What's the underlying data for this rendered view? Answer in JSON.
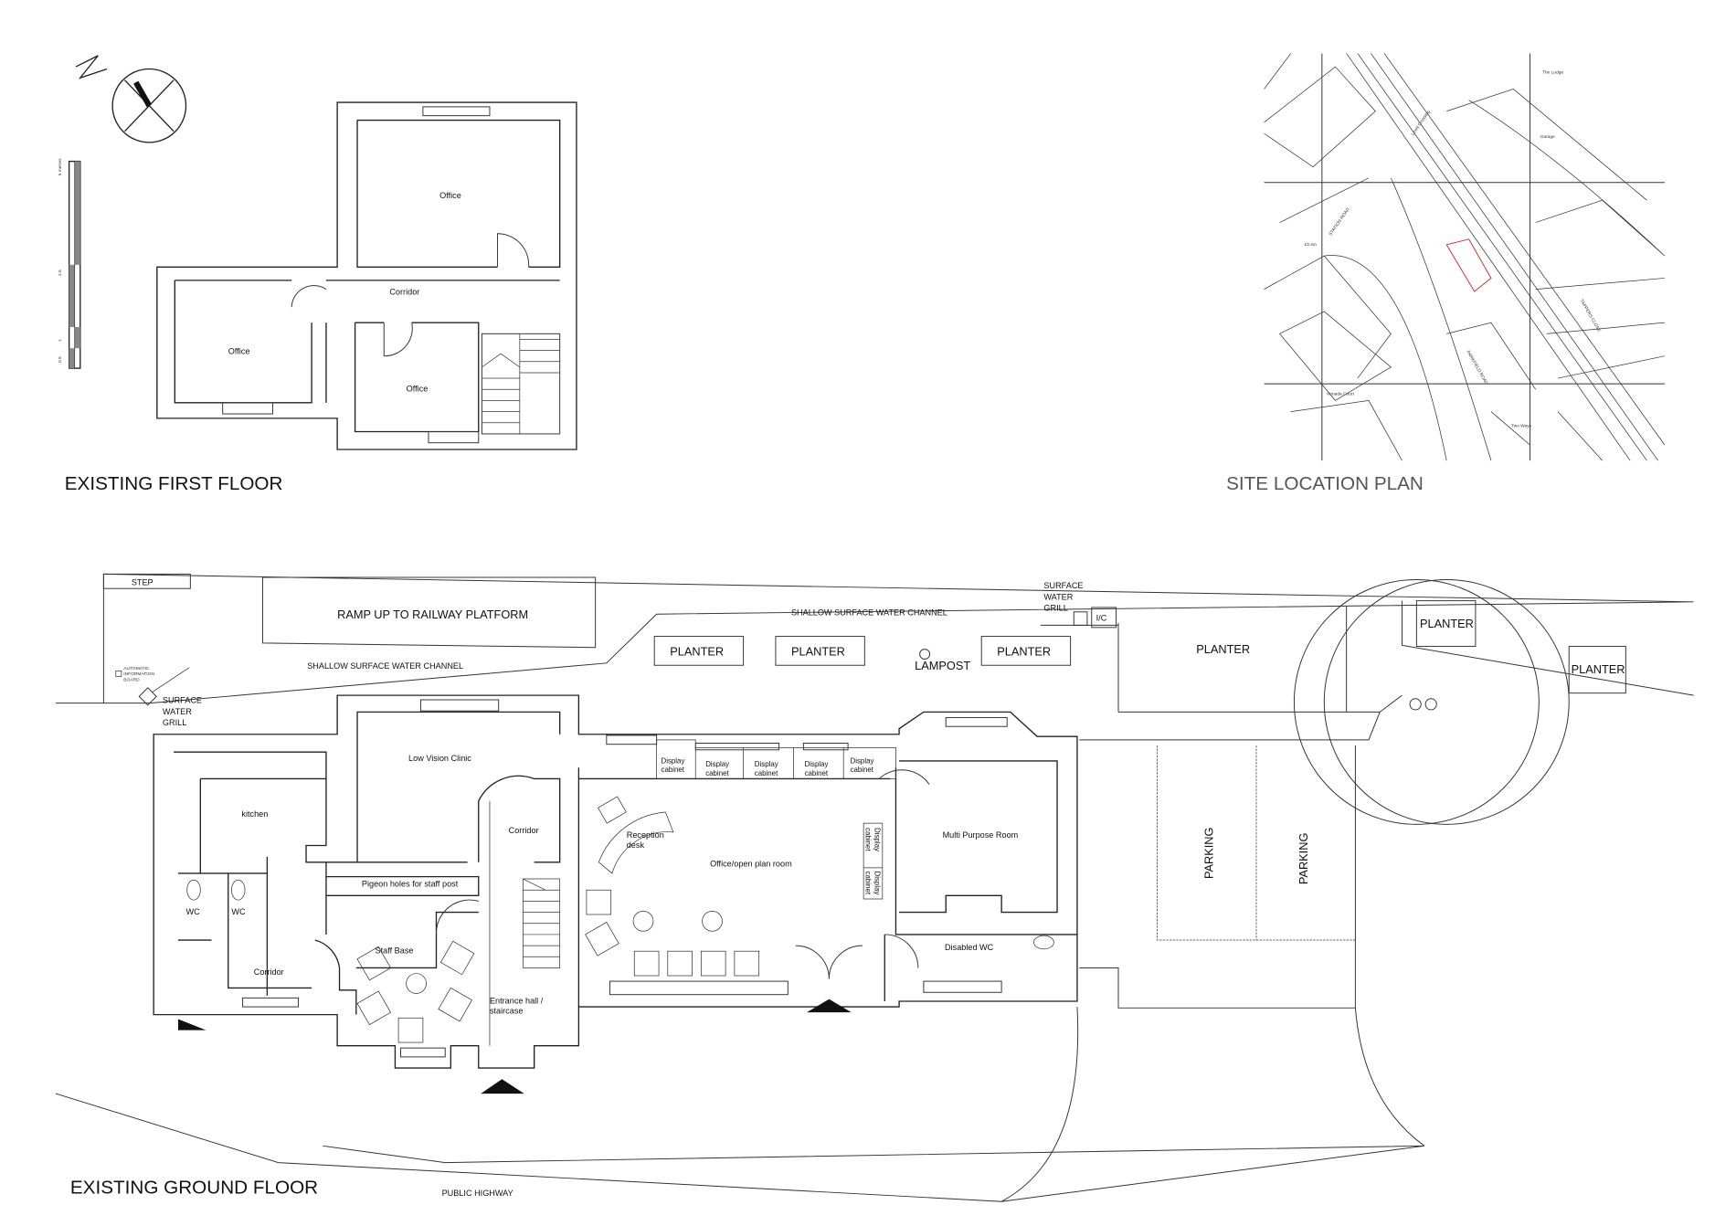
{
  "titles": {
    "first_floor": "EXISTING FIRST FLOOR",
    "site_plan": "SITE LOCATION PLAN",
    "ground_floor": "EXISTING GROUND FLOOR"
  },
  "scale_bar": {
    "labels": [
      "5 metres",
      "2.5",
      "1",
      "0.5"
    ]
  },
  "first_floor_rooms": [
    "Office",
    "Corridor",
    "Office",
    "Office"
  ],
  "site_map_labels": [
    "STATION ROAD",
    "PARKFIELD ROAD",
    "TAPPERS CLOSE",
    "Armada Court",
    "Garage",
    "The Lodge",
    "Two Ways",
    "10.4m",
    "Level Crossing"
  ],
  "external": {
    "step": "STEP",
    "ramp": "RAMP UP TO RAILWAY PLATFORM",
    "channel_top": "SHALLOW SURFACE WATER CHANNEL",
    "channel_bottom": "SHALLOW SURFACE WATER CHANNEL",
    "planters": [
      "PLANTER",
      "PLANTER",
      "PLANTER",
      "PLANTER",
      "PLANTER",
      "PLANTER"
    ],
    "lampost": "LAMPOST",
    "grill_right": [
      "SURFACE",
      "WATER",
      "GRILL"
    ],
    "grill_left": [
      "SURFACE",
      "WATER",
      "GRILL"
    ],
    "ic": "I/C",
    "info_board": [
      "AUTOMATIC",
      "INFORMATION",
      "BOARD"
    ],
    "parking": [
      "PARKING",
      "PARKING"
    ],
    "highway": "PUBLIC HIGHWAY"
  },
  "ground_floor_rooms": {
    "low_vision": "Low Vision Clinic",
    "kitchen": "kitchen",
    "corridor_mid": "Corridor",
    "wc1": "WC",
    "wc2": "WC",
    "corridor_left": "Corridor",
    "pigeon": "Pigeon holes for staff post",
    "staff_base": "Staff Base",
    "entrance": [
      "Entrance hall /",
      "staircase"
    ],
    "reception": [
      "Reception",
      "desk"
    ],
    "office": "Office/open plan room",
    "multi": "Multi Purpose Room",
    "disabled_wc": "Disabled WC",
    "display": [
      "Display",
      "cabinet"
    ]
  }
}
